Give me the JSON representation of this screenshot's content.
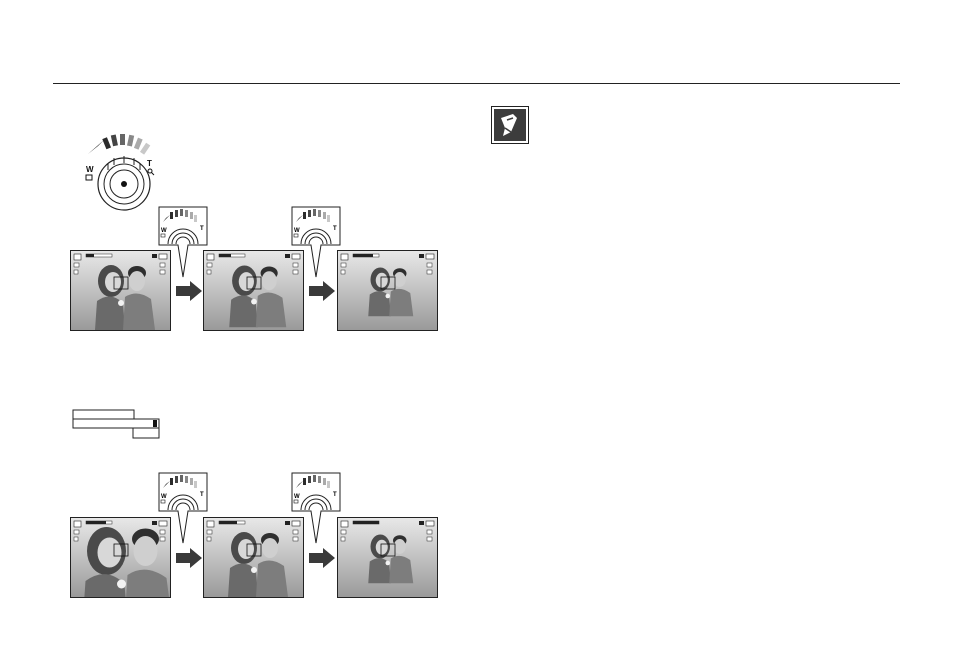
{
  "dial": {
    "wide_label": "W",
    "tele_label": "T"
  },
  "callouts": {
    "wide_label": "W",
    "tele_label": "T"
  },
  "icons": [
    "camera-mode-icon",
    "battery-icon",
    "note-pencil-icon",
    "arrow-right-icon",
    "zoom-dial-icon"
  ],
  "colors": {
    "arrow": "#3a3a3a",
    "dial_segment_dark": "#2a2a2a",
    "dial_segment_light": "#c8c8c8"
  }
}
